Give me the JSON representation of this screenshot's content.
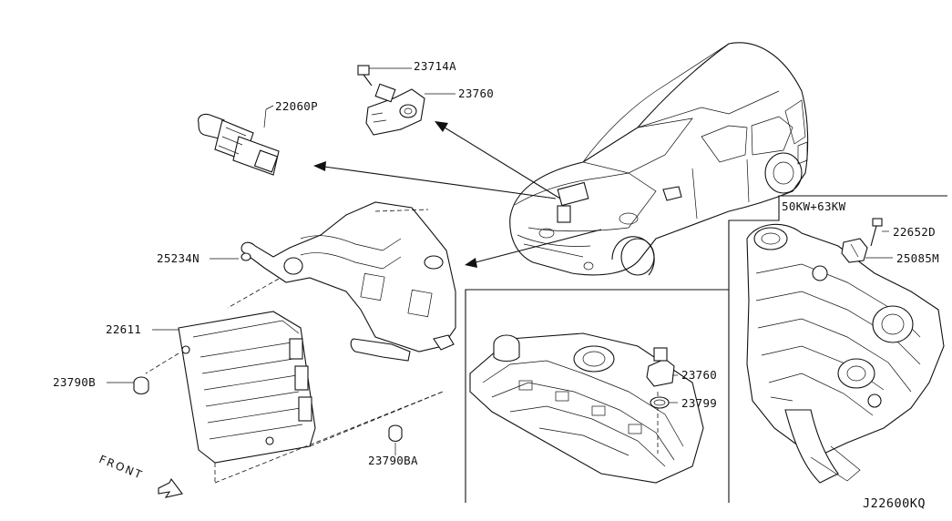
{
  "diagram": {
    "diagram_code": "J22600KQ",
    "front_label": "FRONT",
    "engine_variant_caption": "50KW+63KW",
    "parts": [
      {
        "id": "bolt-top",
        "label": "23714A"
      },
      {
        "id": "cam-sensor-top",
        "label": "23760"
      },
      {
        "id": "pressure-sensor",
        "label": "22060P"
      },
      {
        "id": "bracket",
        "label": "25234N"
      },
      {
        "id": "ecm",
        "label": "22611"
      },
      {
        "id": "nut-left",
        "label": "23790B"
      },
      {
        "id": "nut-bottom",
        "label": "23790BA"
      },
      {
        "id": "cam-sensor-engine",
        "label": "23760"
      },
      {
        "id": "o-ring",
        "label": "23799"
      },
      {
        "id": "bolt-right",
        "label": "22652D"
      },
      {
        "id": "sensor-right",
        "label": "25085M"
      }
    ]
  }
}
